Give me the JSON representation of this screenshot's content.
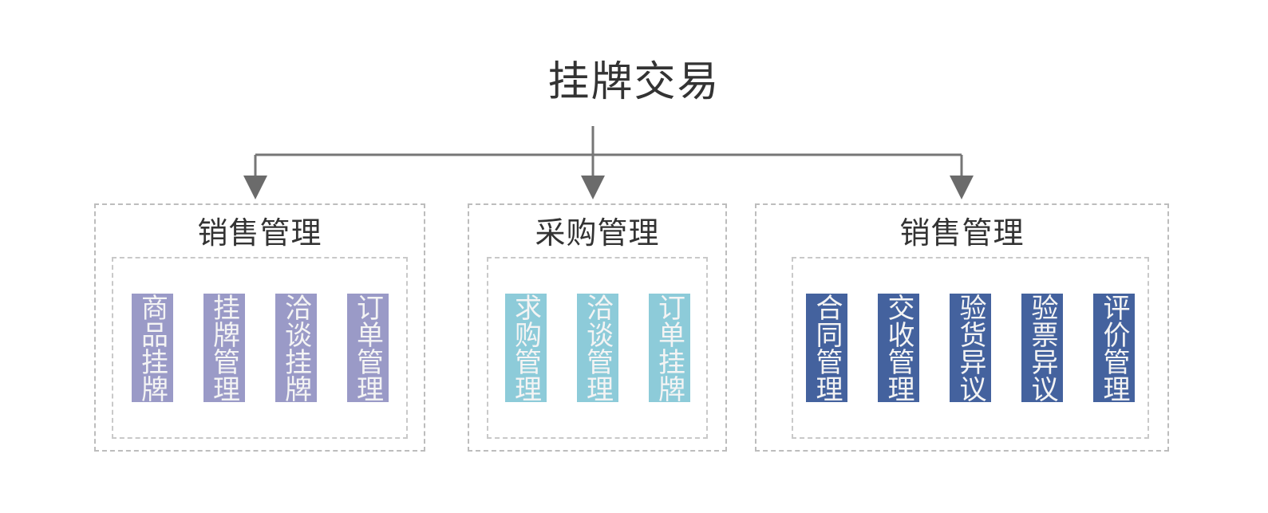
{
  "diagram": {
    "root": {
      "title": "挂牌交易"
    },
    "connector": {
      "style": "elbow-arrows",
      "color": "#767676",
      "arrow_count": 3
    },
    "colors": {
      "root_title": "#333333",
      "group_title": "#333333",
      "group_border": "#bdbdbd",
      "inner_border": "#c9c9c9",
      "chip_text": "#f4f4f4",
      "group1_chip": "#9a9ac7",
      "group2_chip": "#8dcbd9",
      "group3_chip": "#44629e",
      "background": "#ffffff"
    },
    "groups": [
      {
        "title": "销售管理",
        "items": [
          {
            "label": "商品挂牌"
          },
          {
            "label": "挂牌管理"
          },
          {
            "label": "洽谈挂牌"
          },
          {
            "label": "订单管理"
          }
        ]
      },
      {
        "title": "采购管理",
        "items": [
          {
            "label": "求购管理"
          },
          {
            "label": "洽谈管理"
          },
          {
            "label": "订单挂牌"
          }
        ]
      },
      {
        "title": "销售管理",
        "items": [
          {
            "label": "合同管理"
          },
          {
            "label": "交收管理"
          },
          {
            "label": "验货异议"
          },
          {
            "label": "验票异议"
          },
          {
            "label": "评价管理"
          }
        ]
      }
    ]
  }
}
